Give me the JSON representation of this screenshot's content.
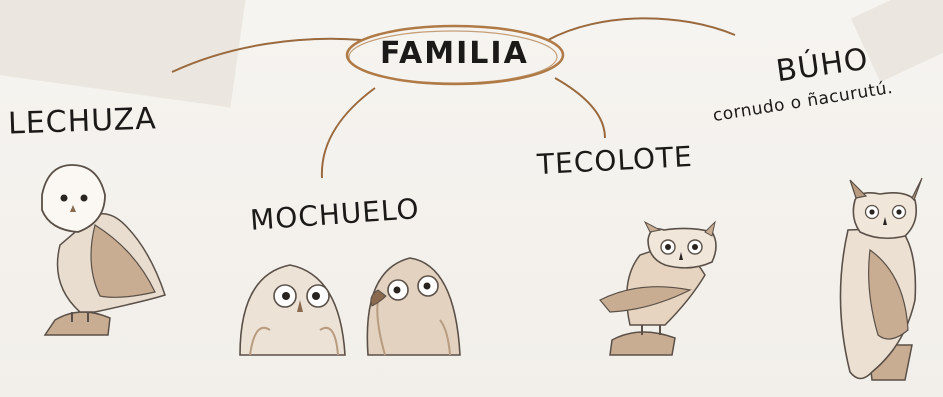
{
  "diagram": {
    "center": "FAMILIA",
    "branches": [
      {
        "name": "LECHUZA"
      },
      {
        "name": "MOCHUELO"
      },
      {
        "name": "TECOLOTE"
      },
      {
        "name": "BÚHO",
        "subtitle": "cornudo o ñacurutú."
      }
    ]
  },
  "colors": {
    "branch_line": "#9a6a3e",
    "ellipse": "#b07a47",
    "text": "#1c1a18",
    "owl_tint": "#c9ad92",
    "sketch": "#5a5048"
  }
}
